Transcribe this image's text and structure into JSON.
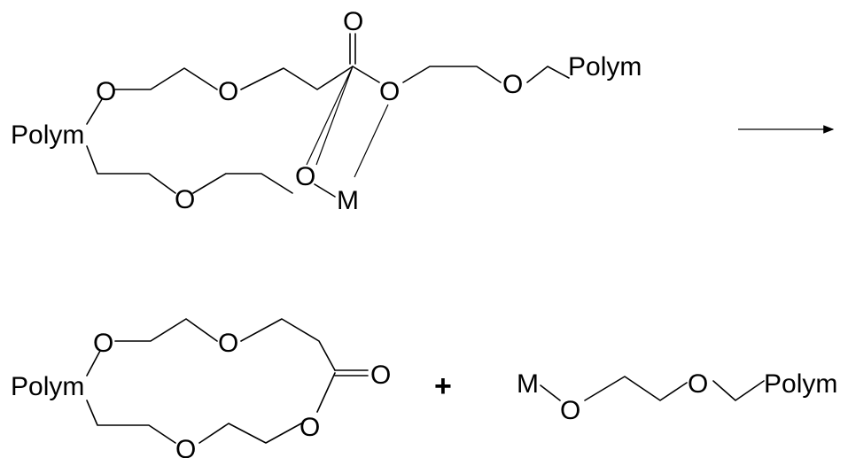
{
  "labels": {
    "polym": "Polym",
    "oxygen": "O",
    "metal": "M",
    "plus": "+"
  },
  "colors": {
    "ink": "#000000",
    "background": "#ffffff"
  }
}
